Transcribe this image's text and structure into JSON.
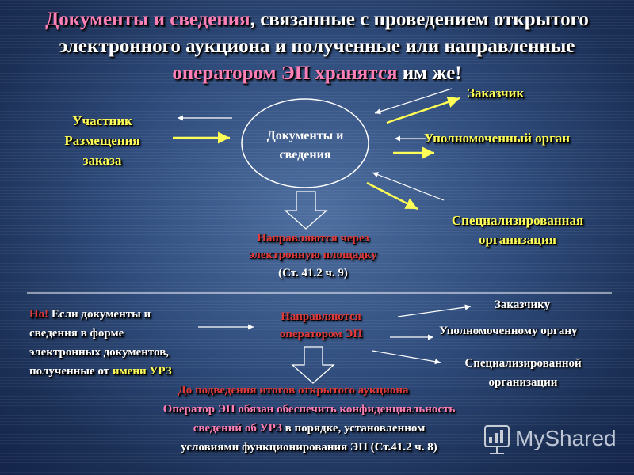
{
  "title": {
    "line1_part_pink": "Документы и сведения",
    "line1_part_white": ", связанные с проведением открытого",
    "line2": "электронного аукциона и полученные или направленные",
    "line3_part_pink": "оператором ЭП хранятся",
    "line3_part_white": " им же!"
  },
  "diagram_top": {
    "participant": [
      "Участник",
      "Размещения",
      "заказа"
    ],
    "center": [
      "Документы и",
      "сведения"
    ],
    "customer": "Заказчик",
    "authorized_body": "Уполномоченный орган",
    "specialized_org": [
      "Специализированная",
      "организация"
    ],
    "sent_via": [
      "Направляются через",
      "электронную площадку"
    ],
    "article1": "(Ст. 41.2 ч. 9)"
  },
  "diagram_bottom": {
    "but_word": "Но!",
    "left_text_1": " Если документы и",
    "left_lines": [
      "сведения в форме",
      "электронных документов,"
    ],
    "left_line4_white": "полученные от ",
    "left_line4_yellow": "имени УРЗ",
    "sent_by": [
      "Направляются",
      "оператором ЭП"
    ],
    "to_customer": "Заказчику",
    "to_authorized": "Уполномоченному органу",
    "to_specialized": [
      "Специализированной",
      "организации"
    ],
    "before_summary": "До подведения итогов открытого аукциона",
    "operator_must": "Оператор ЭП обязан обеспечить конфиденциальность",
    "urz_info_pink": "сведений  об УРЗ",
    "urz_info_white": " в порядке, установленном",
    "conditions": "условиями функционирования ЭП (Ст.41.2 ч. 8)"
  },
  "watermark": {
    "text": "MyShared"
  },
  "colors": {
    "pink": "#ff7fb6",
    "yellow": "#ffff55",
    "red": "#e23a3a",
    "background": "#2f4c7c"
  }
}
